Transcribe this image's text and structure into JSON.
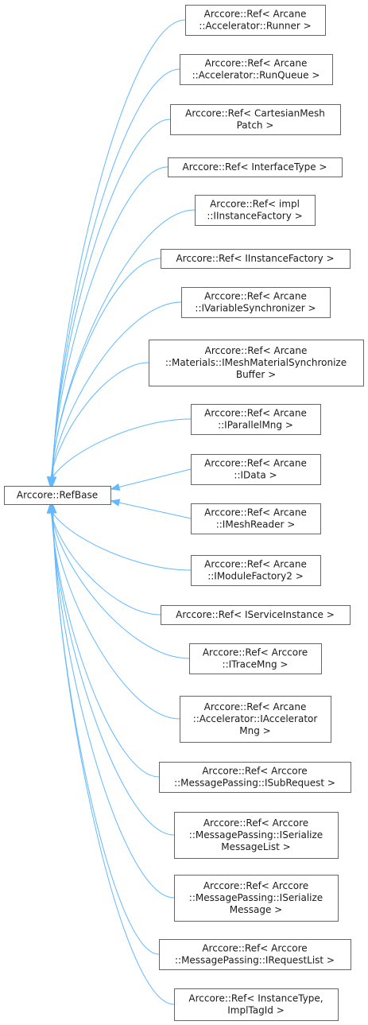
{
  "base": {
    "lines": [
      "Arccore::RefBase"
    ]
  },
  "derived": [
    {
      "lines": [
        "Arccore::Ref< Arcane",
        "::Accelerator::Runner >"
      ]
    },
    {
      "lines": [
        "Arccore::Ref< Arcane",
        "::Accelerator::RunQueue >"
      ]
    },
    {
      "lines": [
        "Arccore::Ref< CartesianMesh",
        "Patch >"
      ]
    },
    {
      "lines": [
        "Arccore::Ref< InterfaceType >"
      ]
    },
    {
      "lines": [
        "Arccore::Ref< impl",
        "::IInstanceFactory >"
      ]
    },
    {
      "lines": [
        "Arccore::Ref< IInstanceFactory >"
      ]
    },
    {
      "lines": [
        "Arccore::Ref< Arcane",
        "::IVariableSynchronizer >"
      ]
    },
    {
      "lines": [
        "Arccore::Ref< Arcane",
        "::Materials::IMeshMaterialSynchronize",
        "Buffer >"
      ]
    },
    {
      "lines": [
        "Arccore::Ref< Arcane",
        "::IParallelMng >"
      ]
    },
    {
      "lines": [
        "Arccore::Ref< Arcane",
        "::IData >"
      ]
    },
    {
      "lines": [
        "Arccore::Ref< Arcane",
        "::IMeshReader >"
      ]
    },
    {
      "lines": [
        "Arccore::Ref< Arcane",
        "::IModuleFactory2 >"
      ]
    },
    {
      "lines": [
        "Arccore::Ref< IServiceInstance >"
      ]
    },
    {
      "lines": [
        "Arccore::Ref< Arccore",
        "::ITraceMng >"
      ]
    },
    {
      "lines": [
        "Arccore::Ref< Arcane",
        "::Accelerator::IAccelerator",
        "Mng >"
      ]
    },
    {
      "lines": [
        "Arccore::Ref< Arccore",
        "::MessagePassing::ISubRequest >"
      ]
    },
    {
      "lines": [
        "Arccore::Ref< Arccore",
        "::MessagePassing::ISerialize",
        "MessageList >"
      ]
    },
    {
      "lines": [
        "Arccore::Ref< Arccore",
        "::MessagePassing::ISerialize",
        "Message >"
      ]
    },
    {
      "lines": [
        "Arccore::Ref< Arccore",
        "::MessagePassing::IRequestList >"
      ]
    },
    {
      "lines": [
        "Arccore::Ref< InstanceType,",
        "ImplTagId >"
      ]
    }
  ],
  "colors": {
    "edge": "#63b8ff",
    "box_border": "#666666",
    "text": "#1a1a1a"
  }
}
